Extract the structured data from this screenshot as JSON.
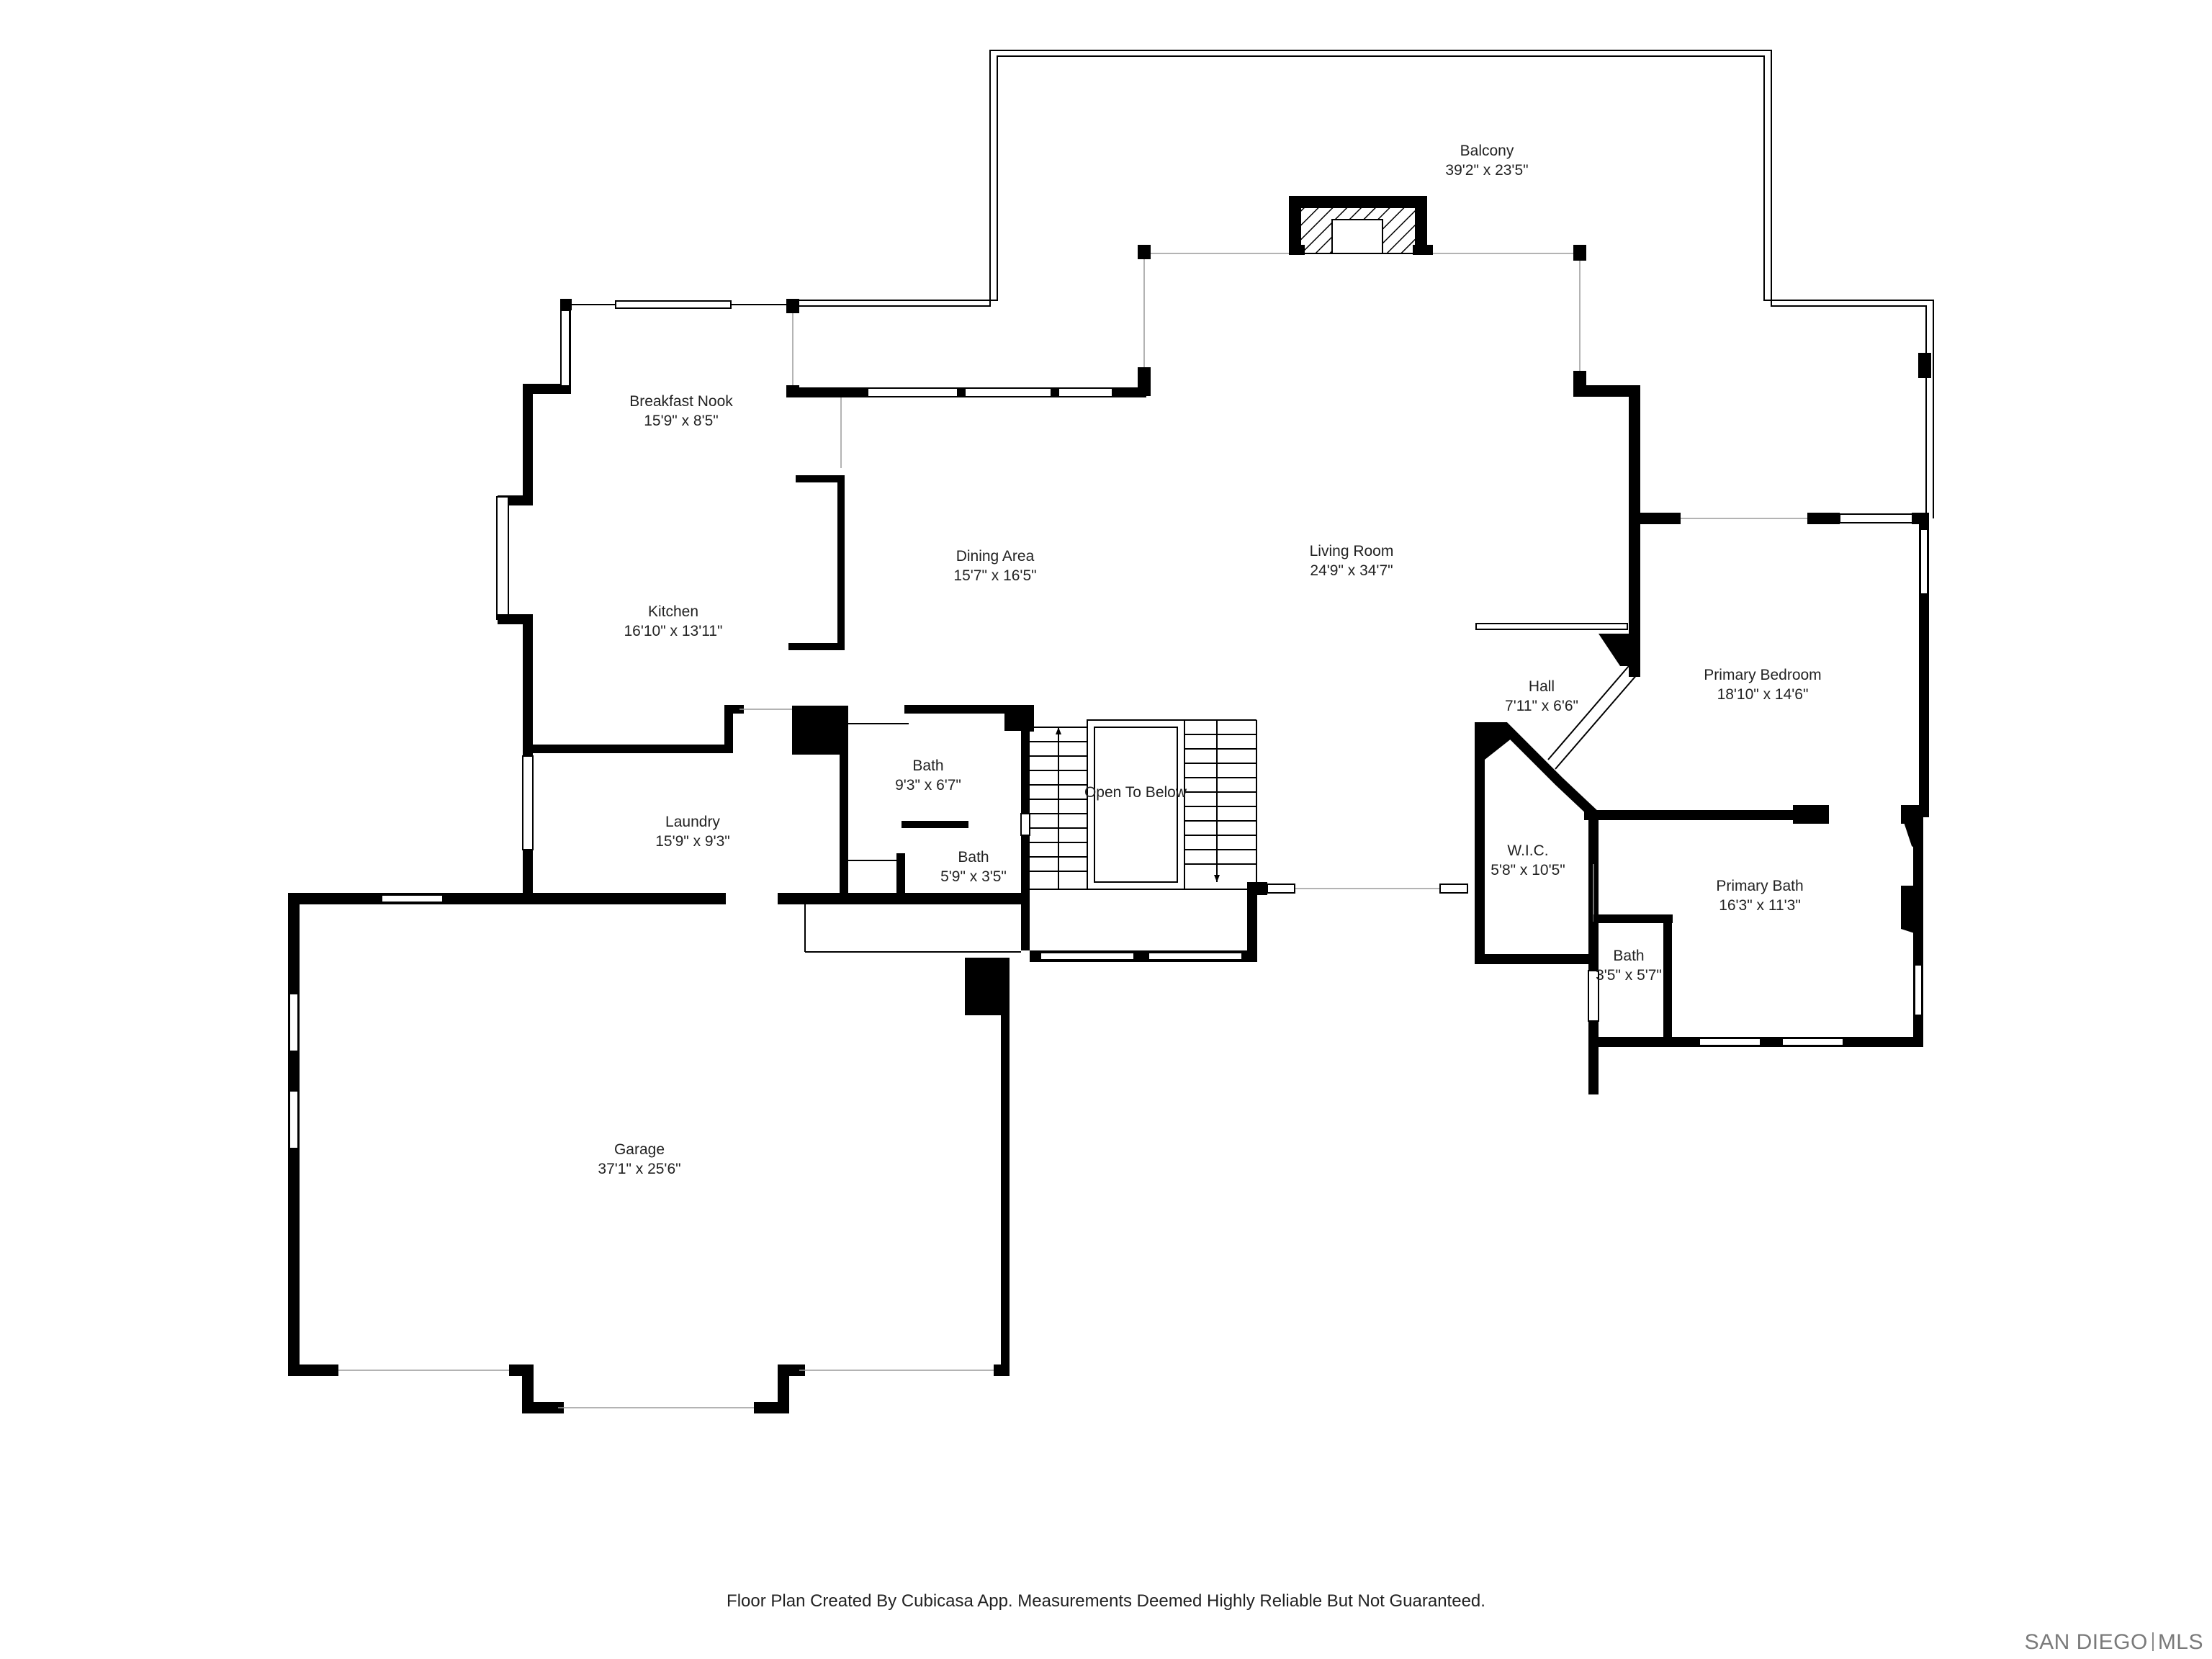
{
  "rooms": [
    {
      "id": "balcony",
      "name": "Balcony",
      "dims": "39'2\" x 23'5\""
    },
    {
      "id": "breakfast_nook",
      "name": "Breakfast Nook",
      "dims": "15'9\" x 8'5\""
    },
    {
      "id": "dining_area",
      "name": "Dining Area",
      "dims": "15'7\" x 16'5\""
    },
    {
      "id": "living_room",
      "name": "Living Room",
      "dims": "24'9\" x 34'7\""
    },
    {
      "id": "kitchen",
      "name": "Kitchen",
      "dims": "16'10\" x 13'11\""
    },
    {
      "id": "hall",
      "name": "Hall",
      "dims": "7'11\" x 6'6\""
    },
    {
      "id": "primary_bedroom",
      "name": "Primary Bedroom",
      "dims": "18'10\" x 14'6\""
    },
    {
      "id": "bath_1",
      "name": "Bath",
      "dims": "9'3\" x 6'7\""
    },
    {
      "id": "laundry",
      "name": "Laundry",
      "dims": "15'9\" x 9'3\""
    },
    {
      "id": "bath_2",
      "name": "Bath",
      "dims": "5'9\" x 3'5\""
    },
    {
      "id": "wic",
      "name": "W.I.C.",
      "dims": "5'8\" x 10'5\""
    },
    {
      "id": "primary_bath",
      "name": "Primary Bath",
      "dims": "16'3\" x 11'3\""
    },
    {
      "id": "bath_3",
      "name": "Bath",
      "dims": "3'5\" x 5'7\""
    },
    {
      "id": "garage",
      "name": "Garage",
      "dims": "37'1\" x 25'6\""
    }
  ],
  "open_to_below": "Open To Below",
  "footer": {
    "note": "Floor Plan Created By Cubicasa App. Measurements Deemed Highly Reliable But Not Guaranteed."
  },
  "logo": {
    "left": "SAN DIEGO",
    "right": "MLS"
  }
}
